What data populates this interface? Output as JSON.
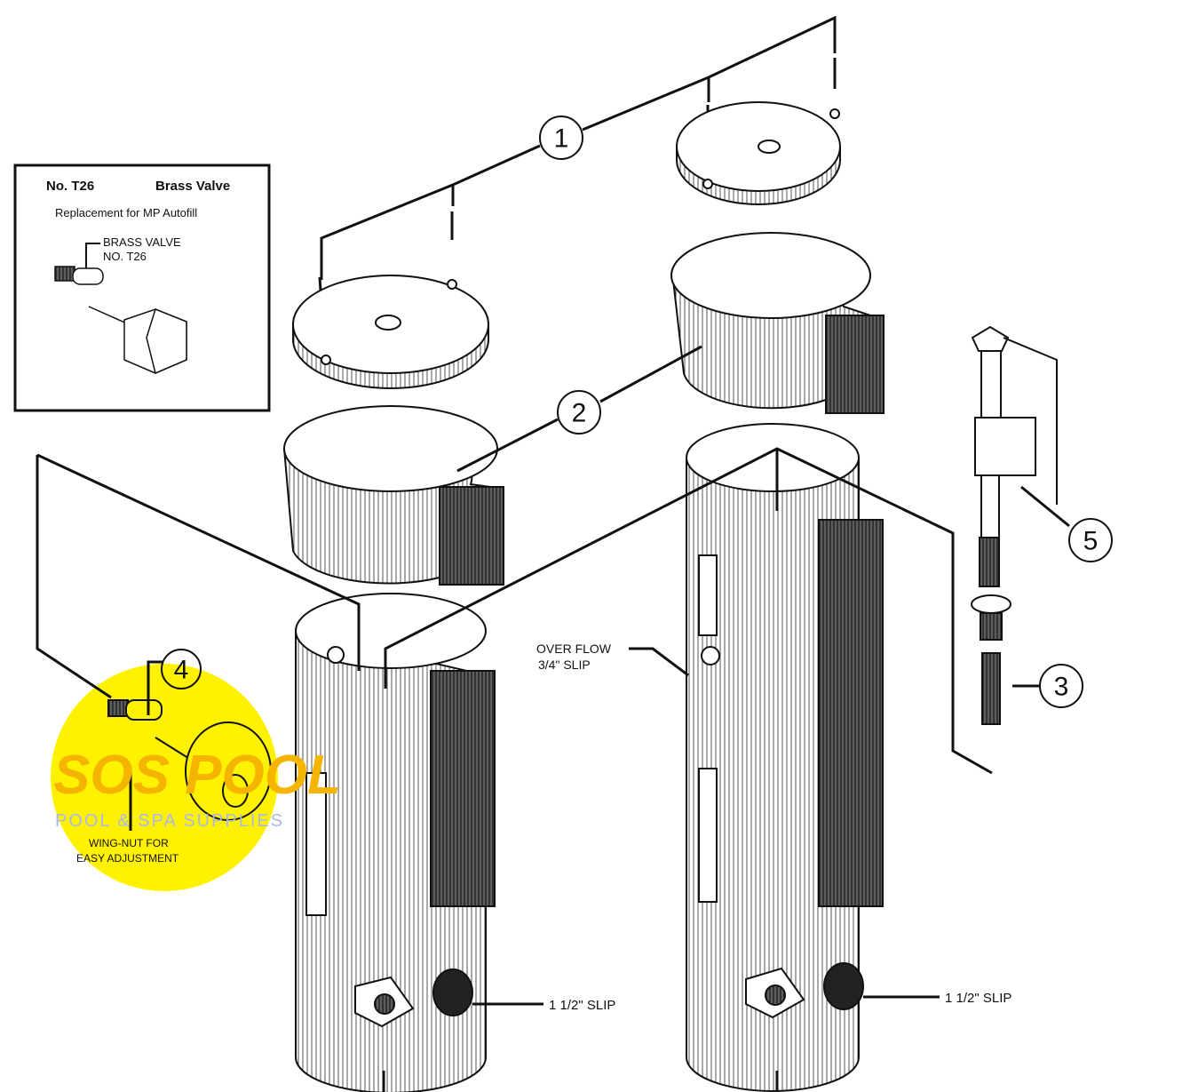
{
  "inset": {
    "part_no": "No. T26",
    "part_name": "Brass Valve",
    "subtitle": "Replacement for MP Autofill",
    "label_line1": "BRASS VALVE",
    "label_line2": "NO. T26"
  },
  "callouts": [
    "1",
    "2",
    "3",
    "4",
    "5"
  ],
  "labels": {
    "overflow_line1": "OVER FLOW",
    "overflow_line2": "3/4\" SLIP",
    "slip_left": "1 1/2\" SLIP",
    "slip_right": "1 1/2\" SLIP",
    "wingnut_line1": "WING-NUT FOR",
    "wingnut_line2": "EASY ADJUSTMENT"
  },
  "watermark": {
    "brand": "SOS POOL",
    "tagline": "POOL & SPA SUPPLIES"
  },
  "colors": {
    "highlight": "#fff200",
    "ink": "#111111",
    "watermark_orange": "#f5b400",
    "watermark_blue": "#aab8e8"
  }
}
